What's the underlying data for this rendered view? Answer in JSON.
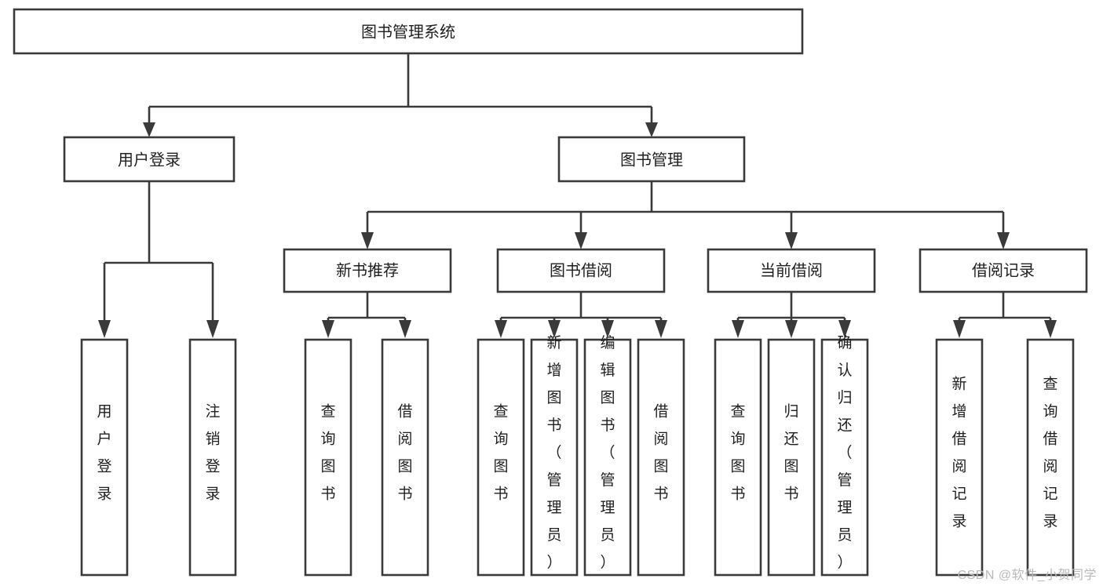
{
  "diagram": {
    "title": "图书管理系统",
    "type": "hierarchy-tree",
    "watermark": "CSDN @软件_小贺同学",
    "colors": {
      "box_fill": "#ffffff",
      "box_stroke": "#3a3a3a",
      "text": "#1f1f1f",
      "watermark": "#b9b9b9",
      "background": "#ffffff"
    },
    "nodes": {
      "root": {
        "label": "图书管理系统"
      },
      "level2": [
        {
          "id": "user-login",
          "label": "用户登录"
        },
        {
          "id": "book-management",
          "label": "图书管理"
        }
      ],
      "level3": [
        {
          "id": "new-book-recommend",
          "label": "新书推荐"
        },
        {
          "id": "book-borrow",
          "label": "图书借阅"
        },
        {
          "id": "current-borrow",
          "label": "当前借阅"
        },
        {
          "id": "borrow-record",
          "label": "借阅记录"
        }
      ],
      "leaves": {
        "user_login": [
          {
            "id": "leaf-user-login",
            "label": "用户登录"
          },
          {
            "id": "leaf-logout-login",
            "label": "注销登录"
          }
        ],
        "new_book_recommend": [
          {
            "id": "leaf-query-book-1",
            "label": "查询图书"
          },
          {
            "id": "leaf-borrow-book-1",
            "label": "借阅图书"
          }
        ],
        "book_borrow": [
          {
            "id": "leaf-query-book-2",
            "label": "查询图书"
          },
          {
            "id": "leaf-add-book",
            "label": "新增图书（管理员）"
          },
          {
            "id": "leaf-edit-book",
            "label": "编辑图书（管理员）"
          },
          {
            "id": "leaf-borrow-book-2",
            "label": "借阅图书"
          }
        ],
        "current_borrow": [
          {
            "id": "leaf-query-book-3",
            "label": "查询图书"
          },
          {
            "id": "leaf-return-book",
            "label": "归还图书"
          },
          {
            "id": "leaf-confirm-return",
            "label": "确认归还（管理员）"
          }
        ],
        "borrow_record": [
          {
            "id": "leaf-add-record",
            "label": "新增借阅记录"
          },
          {
            "id": "leaf-query-record",
            "label": "查询借阅记录"
          }
        ]
      }
    }
  }
}
